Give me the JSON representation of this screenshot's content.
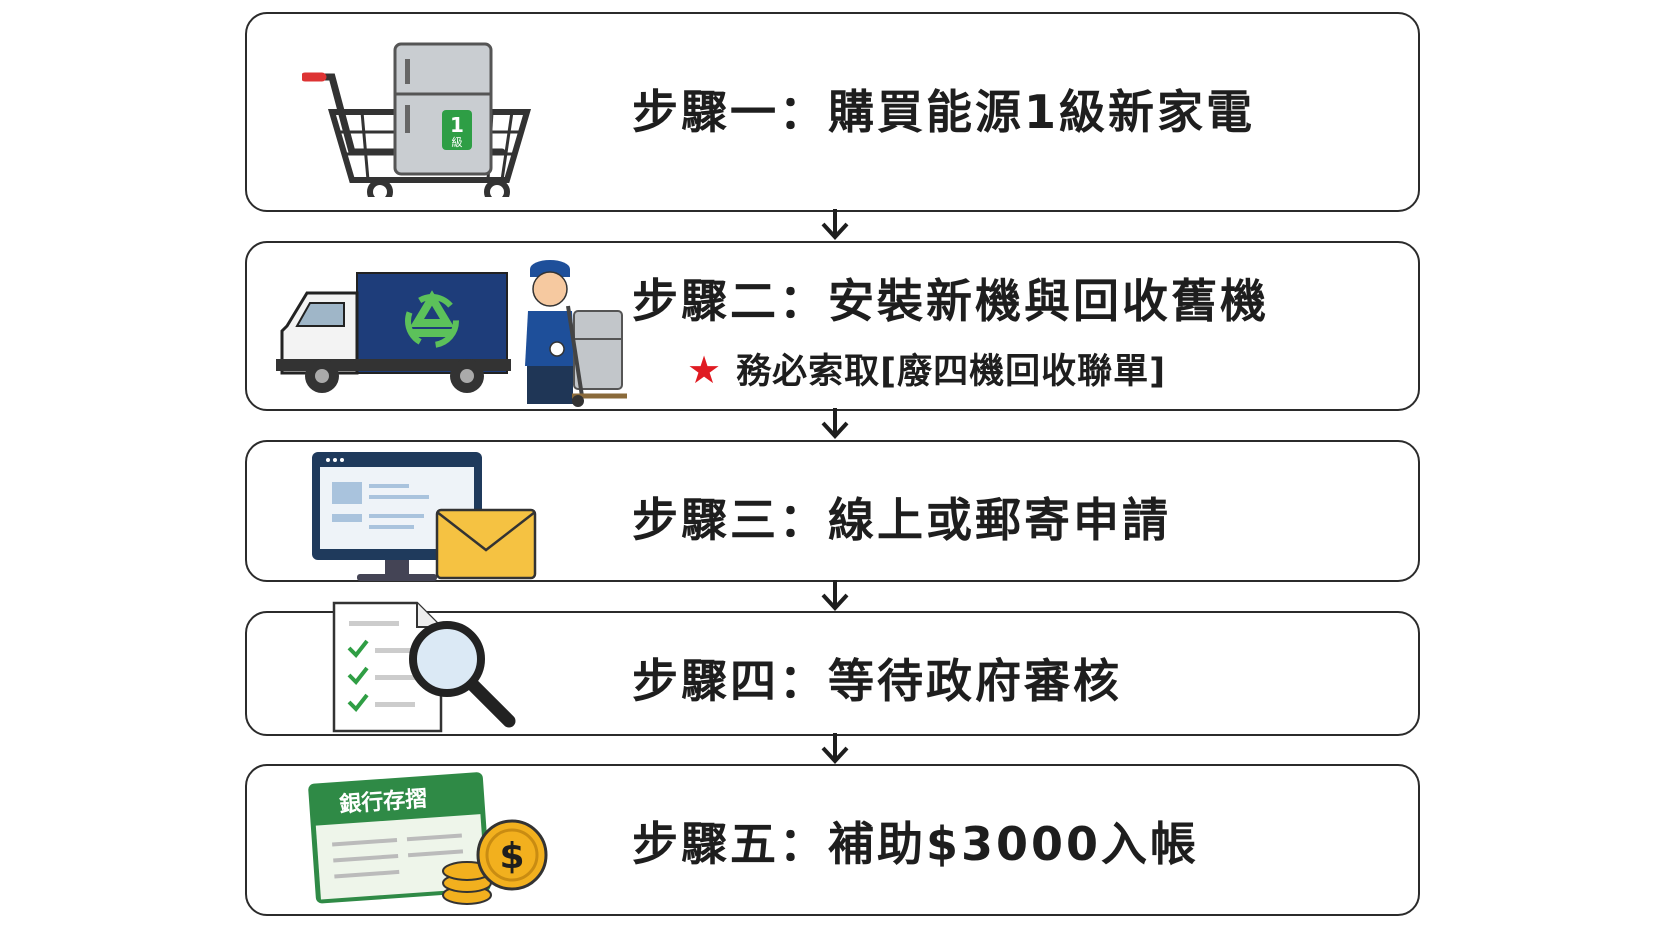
{
  "steps": [
    {
      "title": "步驟一：購買能源1級新家電",
      "icon": "shopping-cart-fridge-icon",
      "badge": {
        "num": "1",
        "text": "級"
      }
    },
    {
      "title": "步驟二：安裝新機與回收舊機",
      "icon": "recycling-truck-worker-icon",
      "note": "務必索取[廢四機回收聯單]",
      "note_marker": "★"
    },
    {
      "title": "步驟三：線上或郵寄申請",
      "icon": "computer-envelope-icon"
    },
    {
      "title": "步驟四：等待政府審核",
      "icon": "document-magnifier-icon"
    },
    {
      "title": "步驟五：補助$3000入帳",
      "icon": "bankbook-coins-icon",
      "bankbook_label": "銀行存摺",
      "coin_symbol": "$"
    }
  ],
  "colors": {
    "border": "#2b2b2b",
    "star": "#e01b22",
    "truck": "#1e3d7a",
    "recycle": "#5cc15a",
    "badge": "#2e9e45",
    "coin": "#f2b01e",
    "check": "#2f9e44",
    "bankbook": "#2f8a46"
  }
}
